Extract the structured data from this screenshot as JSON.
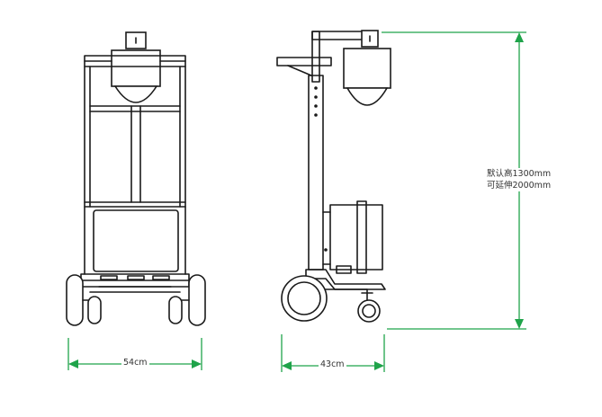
{
  "dimensions": {
    "front_width": "54cm",
    "side_depth": "43cm",
    "height_default": "默认高1300mm",
    "height_extended": "可延伸2000mm"
  },
  "colors": {
    "dimension_line": "#1fa34a",
    "outline": "#1a1a1a"
  }
}
